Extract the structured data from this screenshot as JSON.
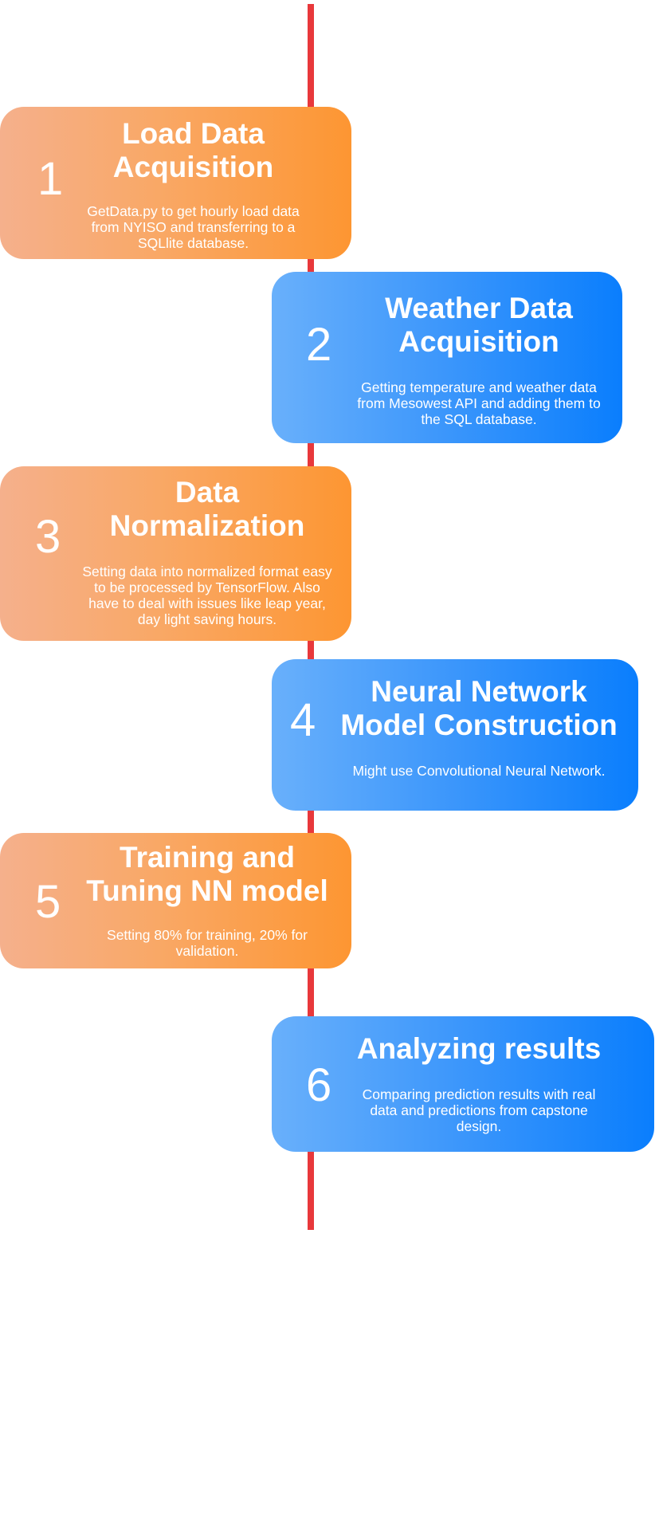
{
  "colors": {
    "timeline_line": "#e8383b",
    "left_card_gradient": [
      "#f5b08c",
      "#fd9632"
    ],
    "right_card_gradient": [
      "#69b0fb",
      "#0a7efd"
    ],
    "card_text": "#ffffff",
    "background": "#ffffff"
  },
  "steps": [
    {
      "number": "1",
      "title": "Load Data Acquisition",
      "description": "GetData.py to get hourly load data from NYISO and transferring to a SQLlite database."
    },
    {
      "number": "2",
      "title": "Weather Data Acquisition",
      "description": "Getting temperature and weather data from Mesowest API and adding them to the SQL database."
    },
    {
      "number": "3",
      "title": "Data Normalization",
      "description": "Setting data into normalized format easy to be processed by TensorFlow. Also have to deal with issues like leap year, day light saving hours."
    },
    {
      "number": "4",
      "title": "Neural Network Model Construction",
      "description": "Might use Convolutional Neural Network."
    },
    {
      "number": "5",
      "title": "Training and Tuning NN model",
      "description": "Setting 80% for training, 20% for validation."
    },
    {
      "number": "6",
      "title": "Analyzing results",
      "description": "Comparing prediction results with real data and predictions from capstone design."
    }
  ]
}
